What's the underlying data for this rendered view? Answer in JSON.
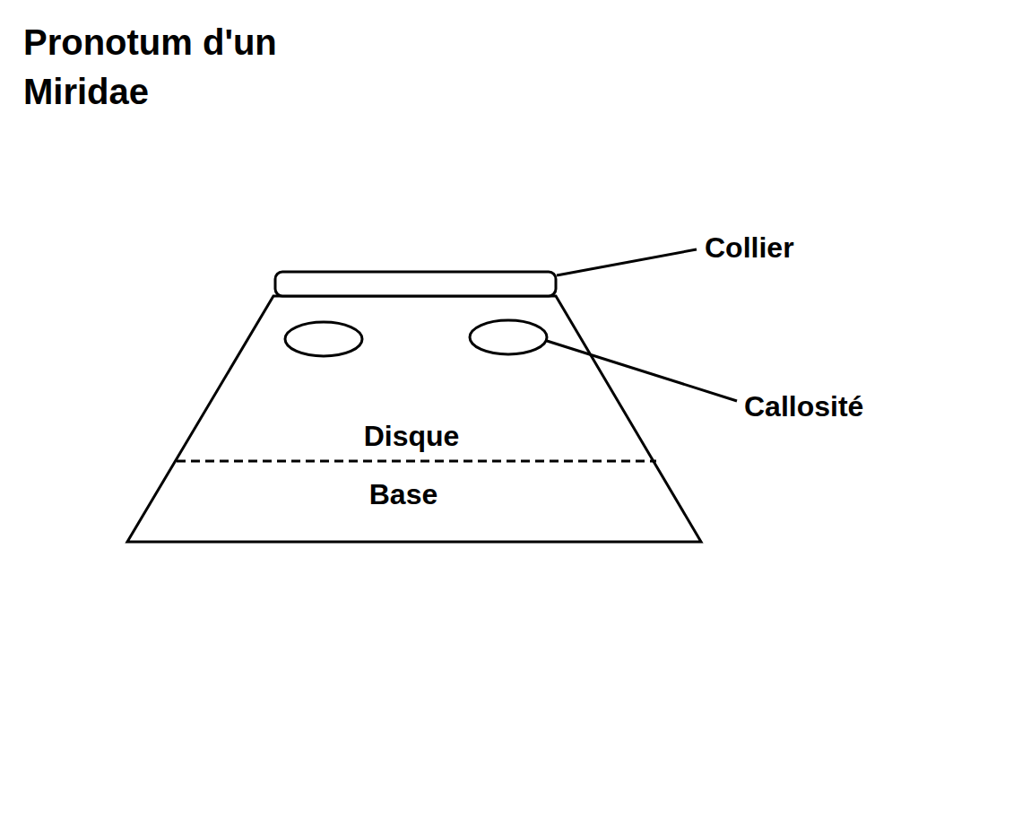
{
  "diagram": {
    "title": "Pronotum d'un Miridae",
    "labels": [
      "Collier",
      "Callosité",
      "Disque",
      "Base"
    ]
  }
}
